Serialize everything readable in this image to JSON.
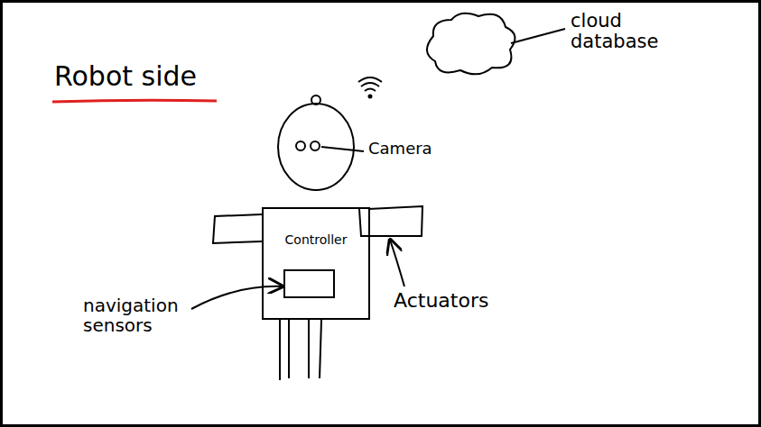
{
  "diagram": {
    "title": "Robot side",
    "nodes": [
      {
        "text": [
          "Controller"
        ]
      }
    ],
    "labels": [
      "cloud database",
      "Camera",
      "navigation sensors",
      "Actuators"
    ]
  }
}
